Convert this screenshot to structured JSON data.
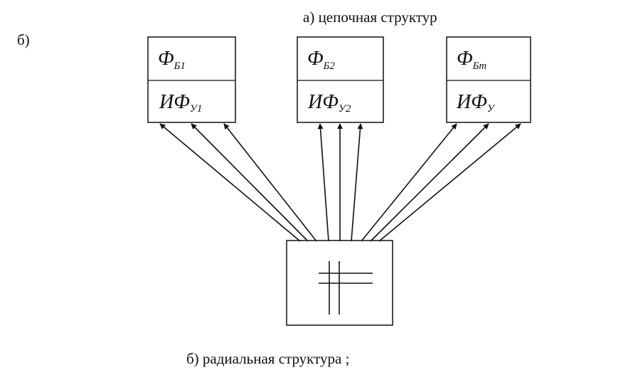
{
  "captions": {
    "top": "а) цепочная структур",
    "letter": "б)",
    "bottom": "б) радиальная структура ;"
  },
  "boxes": [
    {
      "top_main": "Ф",
      "top_sub": "Б1",
      "bottom_main": "ИФ",
      "bottom_sub": "У1"
    },
    {
      "top_main": "Ф",
      "top_sub": "Б2",
      "bottom_main": "ИФ",
      "bottom_sub": "У2"
    },
    {
      "top_main": "Ф",
      "top_sub": "Бm",
      "bottom_main": "ИФ",
      "bottom_sub": "У"
    }
  ],
  "colors": {
    "stroke": "#111111",
    "background": "#ffffff"
  }
}
